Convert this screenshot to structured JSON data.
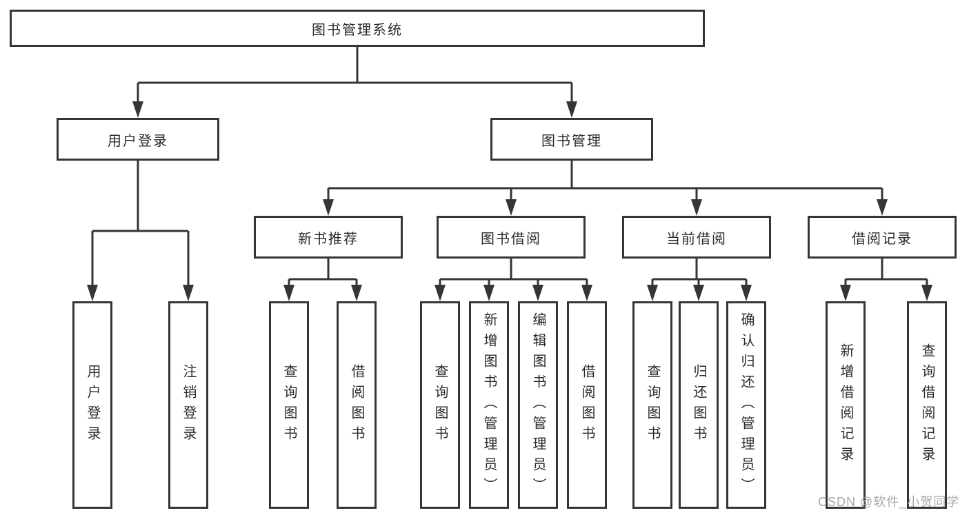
{
  "diagram": {
    "root": {
      "label": "图书管理系统"
    },
    "level2": {
      "user_login": {
        "label": "用户登录"
      },
      "book_management": {
        "label": "图书管理"
      }
    },
    "level3": {
      "new_book_recommend": {
        "label": "新书推荐"
      },
      "book_borrow": {
        "label": "图书借阅"
      },
      "current_borrow": {
        "label": "当前借阅"
      },
      "borrow_record": {
        "label": "借阅记录"
      }
    },
    "leaves": {
      "user_login": {
        "label": "用户登录"
      },
      "logout": {
        "label": "注销登录"
      },
      "recommend_query_books": {
        "label": "查询图书"
      },
      "recommend_borrow_books": {
        "label": "借阅图书"
      },
      "borrow_query_books": {
        "label": "查询图书"
      },
      "borrow_add_books": {
        "label": "新增图书（管理员）"
      },
      "borrow_edit_books": {
        "label": "编辑图书（管理员）"
      },
      "borrow_borrow_books": {
        "label": "借阅图书"
      },
      "current_query_books": {
        "label": "查询图书"
      },
      "current_return_books": {
        "label": "归还图书"
      },
      "current_confirm_return": {
        "label": "确认归还（管理员）"
      },
      "record_add": {
        "label": "新增借阅记录"
      },
      "record_query": {
        "label": "查询借阅记录"
      }
    },
    "hierarchy": {
      "图书管理系统": [
        "用户登录",
        "图书管理"
      ],
      "用户登录": [
        "用户登录",
        "注销登录"
      ],
      "图书管理": [
        "新书推荐",
        "图书借阅",
        "当前借阅",
        "借阅记录"
      ],
      "新书推荐": [
        "查询图书",
        "借阅图书"
      ],
      "图书借阅": [
        "查询图书",
        "新增图书（管理员）",
        "编辑图书（管理员）",
        "借阅图书"
      ],
      "当前借阅": [
        "查询图书",
        "归还图书",
        "确认归还（管理员）"
      ],
      "借阅记录": [
        "新增借阅记录",
        "查询借阅记录"
      ]
    }
  },
  "watermark": {
    "text": "CSDN @软件_小贺同学"
  },
  "colors": {
    "line": "#353535",
    "box_border": "#353535",
    "text": "#2b2b2b",
    "watermark_text": "#9e9e9e",
    "background": "#ffffff"
  }
}
